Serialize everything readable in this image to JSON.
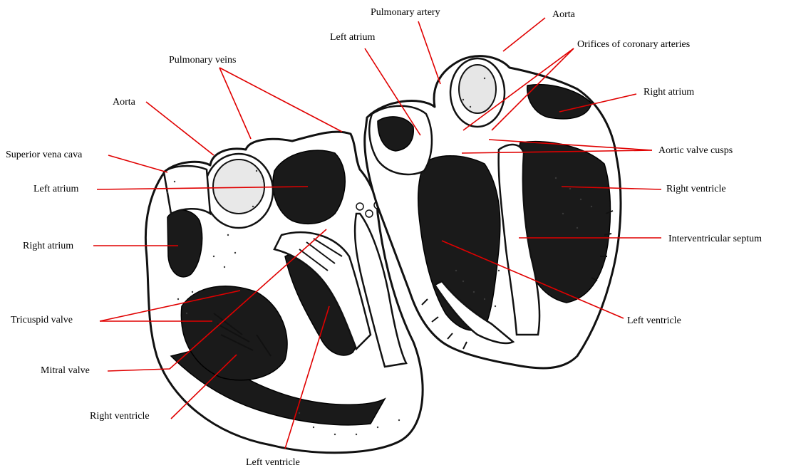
{
  "diagram": {
    "labels": {
      "pulmonary_artery": "Pulmonary artery",
      "aorta_top": "Aorta",
      "left_atrium_top": "Left atrium",
      "orifices_coronary": "Orifices of coronary arteries",
      "pulmonary_veins": "Pulmonary veins",
      "right_atrium_right": "Right atrium",
      "aorta_left": "Aorta",
      "superior_vena_cava": "Superior vena cava",
      "aortic_valve_cusps": "Aortic valve cusps",
      "left_atrium_left": "Left atrium",
      "right_ventricle_right": "Right ventricle",
      "right_atrium_left": "Right atrium",
      "interventricular_septum": "Interventricular septum",
      "tricuspid_valve": "Tricuspid valve",
      "left_ventricle_right": "Left ventricle",
      "mitral_valve": "Mitral valve",
      "right_ventricle_bottom": "Right ventricle",
      "left_ventricle_bottom": "Left ventricle"
    },
    "colors": {
      "leader_line": "#e00000",
      "ink": "#111111"
    }
  }
}
